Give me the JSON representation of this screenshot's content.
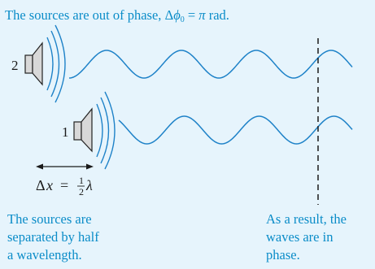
{
  "title": {
    "text_prefix": "The sources are out of phase, ",
    "delta": "Δ",
    "phi": "ϕ",
    "phi_sub": "0",
    "equals": " = ",
    "pi": "π",
    "unit": " rad."
  },
  "speakers": [
    {
      "label": "2"
    },
    {
      "label": "1"
    }
  ],
  "separation_label": {
    "delta": "Δ",
    "var": "x",
    "equals": "=",
    "numerator": "1",
    "denominator": "2",
    "lambda": "λ"
  },
  "captions": {
    "left": [
      "The sources are",
      "separated by half",
      "a wavelength."
    ],
    "right": [
      "As a result, the",
      "waves are in",
      "phase."
    ]
  },
  "colors": {
    "background": "#e6f4fc",
    "text_accent": "#0a8cc8",
    "wave": "#1e82c8",
    "speaker_fill": "#d8d8d8",
    "speaker_stroke": "#222222"
  }
}
